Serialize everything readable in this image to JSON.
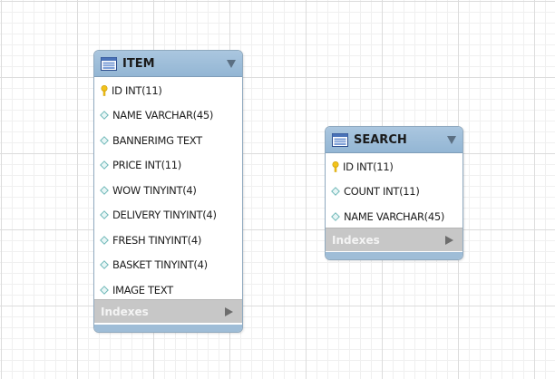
{
  "tables": [
    {
      "name": "ITEM",
      "columns": [
        {
          "text": "ID INT(11)",
          "key": "primary"
        },
        {
          "text": "NAME VARCHAR(45)",
          "key": "none"
        },
        {
          "text": "BANNERIMG TEXT",
          "key": "none"
        },
        {
          "text": "PRICE INT(11)",
          "key": "none"
        },
        {
          "text": "WOW TINYINT(4)",
          "key": "none"
        },
        {
          "text": "DELIVERY TINYINT(4)",
          "key": "none"
        },
        {
          "text": "FRESH TINYINT(4)",
          "key": "none"
        },
        {
          "text": "BASKET TINYINT(4)",
          "key": "none"
        },
        {
          "text": "IMAGE TEXT",
          "key": "none"
        }
      ],
      "indexes_label": "Indexes"
    },
    {
      "name": "SEARCH",
      "columns": [
        {
          "text": "ID INT(11)",
          "key": "primary"
        },
        {
          "text": "COUNT INT(11)",
          "key": "none"
        },
        {
          "text": "NAME VARCHAR(45)",
          "key": "none"
        }
      ],
      "indexes_label": "Indexes"
    }
  ],
  "colors": {
    "header": "#9fbdd7",
    "indexes_bar": "#c7c7c7",
    "key_icon": "#f2c21b",
    "column_icon": "#6fb8b8"
  },
  "icons": {
    "table": "table-grid-icon",
    "primary_key": "key-icon",
    "column": "diamond-icon",
    "collapse": "triangle-down-icon",
    "expand": "triangle-right-icon"
  }
}
